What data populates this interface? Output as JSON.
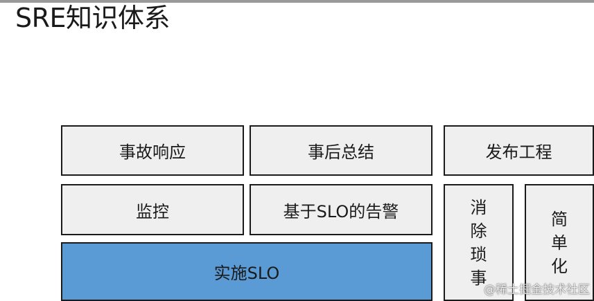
{
  "title": "SRE知识体系",
  "blocks": {
    "incident_response": "事故响应",
    "postmortem": "事后总结",
    "release_engineering": "发布工程",
    "monitoring": "监控",
    "slo_alerting": "基于SLO的告警",
    "toil_elimination": [
      "消",
      "除",
      "琐",
      "事"
    ],
    "simplicity": [
      "简",
      "单",
      "化"
    ],
    "implement_slo": "实施SLO"
  },
  "colors": {
    "box_fill": "#efefef",
    "primary_fill": "#5b9bd5",
    "border": "#1a1a1a"
  },
  "watermark": "@稀土掘金技术社区"
}
